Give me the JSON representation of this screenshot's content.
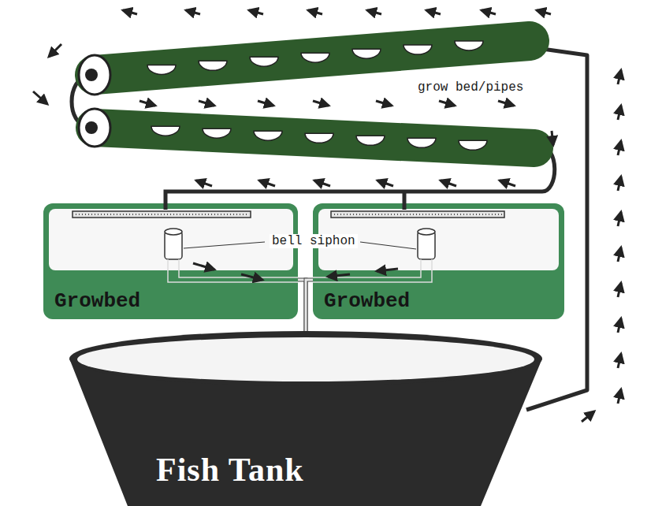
{
  "diagram": {
    "nodes": [
      {
        "text": [
          "Growbed"
        ]
      },
      {
        "text": [
          "Growbed"
        ]
      },
      {
        "text": [
          "Fish Tank"
        ]
      }
    ],
    "edges": [
      {
        "from": 0,
        "to": 2,
        "arrow": "to"
      },
      {
        "from": 1,
        "to": 2,
        "arrow": "to"
      }
    ],
    "labels": [
      "grow bed/pipes",
      "bell siphon"
    ]
  }
}
